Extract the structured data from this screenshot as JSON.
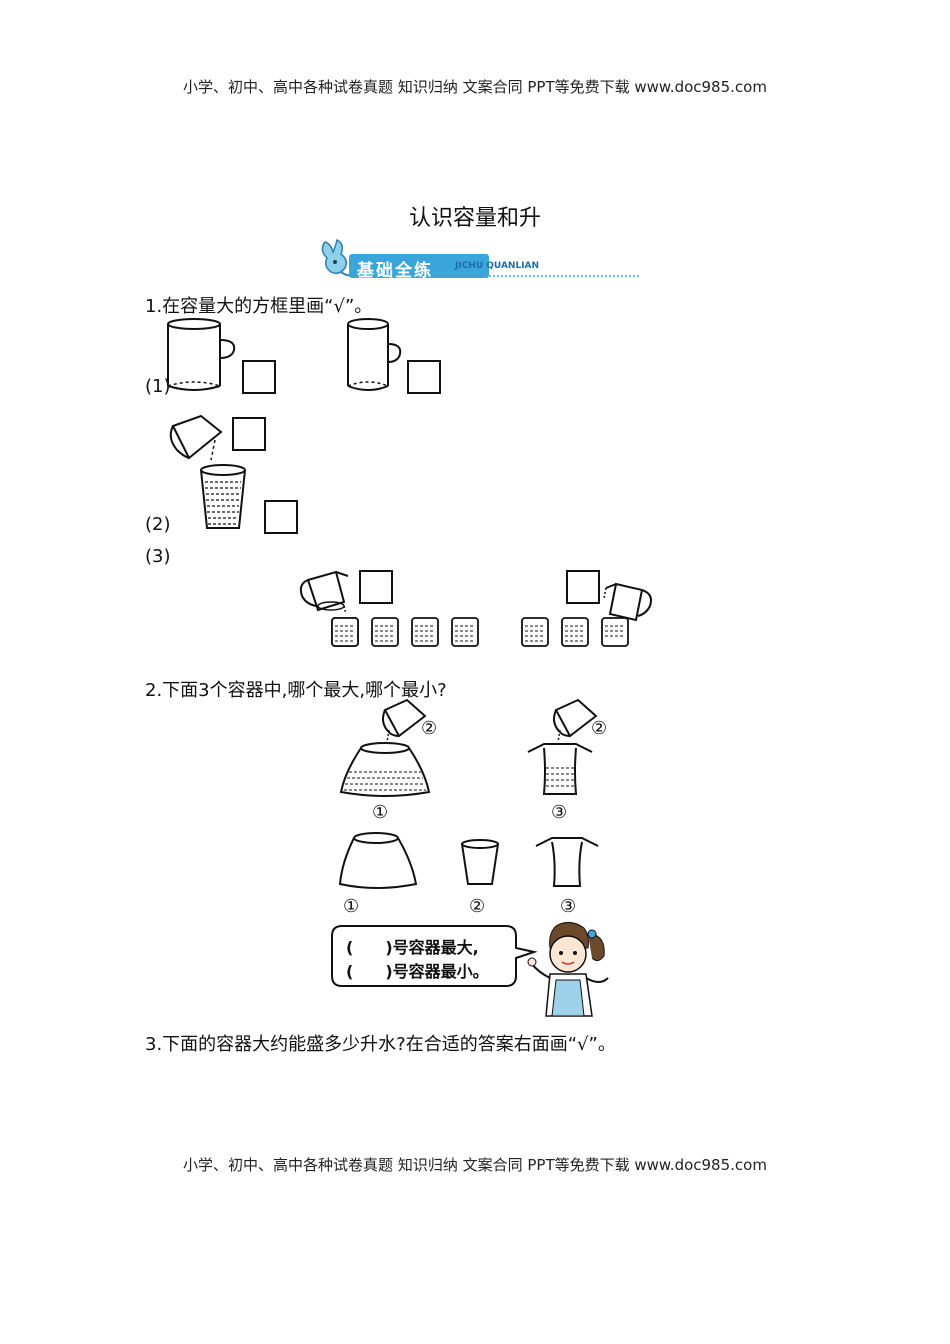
{
  "header_text": "小学、初中、高中各种试卷真题 知识归纳 文案合同 PPT等免费下载    www.doc985.com",
  "footer_text": "小学、初中、高中各种试卷真题 知识归纳 文案合同 PPT等免费下载    www.doc985.com",
  "title": "认识容量和升",
  "banner": {
    "cn": "基础全练",
    "en": "JICHU QUANLIAN"
  },
  "q1": {
    "text": "1.在容量大的方框里画“√”。",
    "labels": [
      "(1)",
      "(2)",
      "(3)"
    ]
  },
  "q2": {
    "text": "2.下面3个容器中,哪个最大,哪个最小?",
    "marks": {
      "one": "①",
      "two": "②",
      "three": "③"
    },
    "speech_line1": "(　　)号容器最大,",
    "speech_line2": "(　　)号容器最小。"
  },
  "q3": {
    "text": "3.下面的容器大约能盛多少升水?在合适的答案右面画“√”。"
  }
}
